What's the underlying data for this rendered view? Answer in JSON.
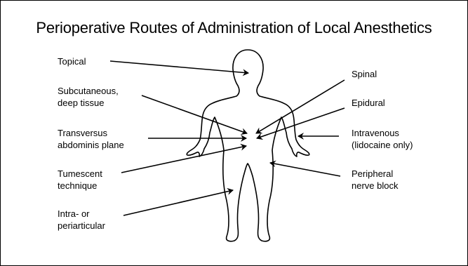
{
  "title": "Perioperative Routes of Administration of Local Anesthetics",
  "left_labels": {
    "topical": "Topical",
    "subcutaneous_1": "Subcutaneous,",
    "subcutaneous_2": "deep tissue",
    "tap_1": "Transversus",
    "tap_2": "abdominis plane",
    "tumescent_1": "Tumescent",
    "tumescent_2": "technique",
    "intra_1": "Intra- or",
    "intra_2": "periarticular"
  },
  "right_labels": {
    "spinal": "Spinal",
    "epidural": "Epidural",
    "iv_1": "Intravenous",
    "iv_2": "(lidocaine only)",
    "peripheral_1": "Peripheral",
    "peripheral_2": "nerve block"
  }
}
